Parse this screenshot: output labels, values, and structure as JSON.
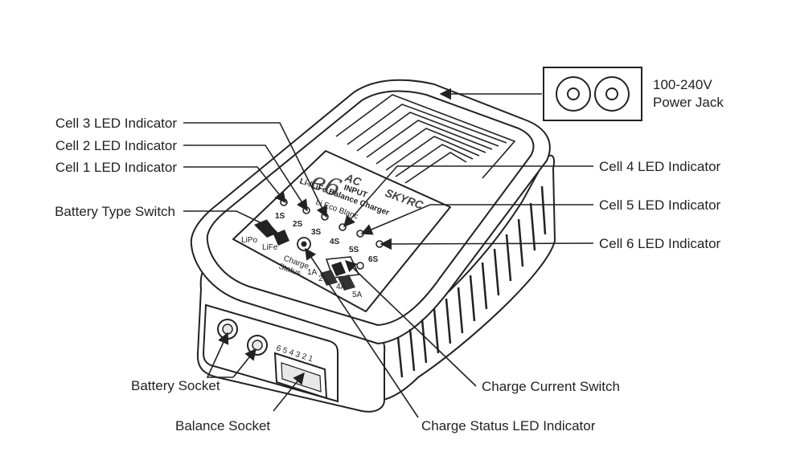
{
  "callouts": {
    "power_jack": [
      "100-240V",
      "Power Jack"
    ],
    "cell3": "Cell 3 LED Indicator",
    "cell2": "Cell 2 LED Indicator",
    "cell1": "Cell 1 LED Indicator",
    "battery_type_switch": "Battery Type Switch",
    "cell4": "Cell 4 LED Indicator",
    "cell5": "Cell 5 LED Indicator",
    "cell6": "Cell 6 LED Indicator",
    "battery_socket": "Battery Socket",
    "balance_socket": "Balance Socket",
    "charge_current_switch": "Charge Current Switch",
    "charge_status_led": "Charge Status LED Indicator"
  },
  "device": {
    "brand": "e6",
    "badge_top": "AC",
    "badge_bottom": "INPUT",
    "model_line1": "Li-/LiFe Balance Charger",
    "model_line2": "Li Eco Blanc",
    "maker": "SKYRC",
    "cell_labels": [
      "1S",
      "2S",
      "3S",
      "4S",
      "5S",
      "6S"
    ],
    "battery_type_options": [
      "LiPo",
      "LiFe"
    ],
    "charge_status_label": [
      "Charge",
      "Status"
    ],
    "current_options": [
      "1A",
      "2",
      "4A",
      "5A"
    ],
    "balance_pins": "6 5 4 3 2 1"
  },
  "colors": {
    "line": "#222222",
    "body_fill": "#ffffff",
    "shade": "#e8e8e8"
  }
}
